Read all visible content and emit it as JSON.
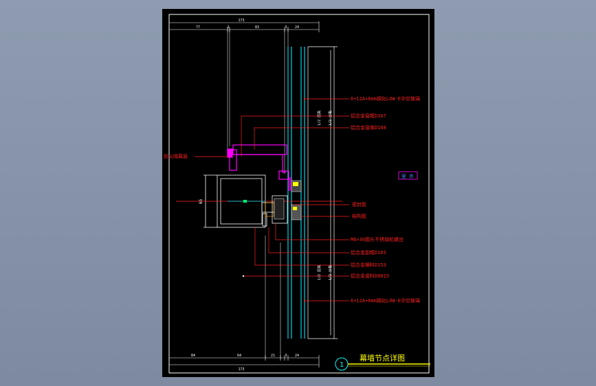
{
  "dimensions": {
    "top_total": "173",
    "top_segments": [
      "77",
      "2",
      "83",
      "3",
      "24"
    ],
    "bottom_total": "173",
    "bottom_segments": [
      "84",
      "64",
      "21",
      "3",
      "24"
    ],
    "side_upper_a": "1/2 层高",
    "side_upper_b": "1/2 分格",
    "side_lower_a": "1/2 层高",
    "side_lower_b": "1/2 分格",
    "height_mark": "65"
  },
  "callouts": {
    "glass_top": "6+12A+6mm钢化LOW-E中空玻璃",
    "profile_167": "铝合金窗框D167",
    "profile_168": "铝合金窗扇D168",
    "fire_seal": "防火隔离层",
    "outside_label": "室 外",
    "weather_seal": "密封胶",
    "structural_seal": "结构胶",
    "screw": "M6×30圆头不锈钢机螺丝",
    "profile_165": "铝合金副框D165",
    "profile_153": "铝合金横料D153",
    "profile_c015": "铝合金竖料D0015",
    "glass_bottom": "6+12A+6mm钢化LOW-E中空玻璃"
  },
  "title_block": {
    "number": "1",
    "title": "幕墙节点详图"
  },
  "colors": {
    "background": "#000000",
    "outer": "#8e9bb0",
    "dimension": "#ffffff",
    "leader_red": "#ff2020",
    "glass_cyan": "#00e5ff",
    "frame_magenta": "#ff00ff",
    "title_yellow": "#ffff00",
    "title_cyan": "#00ffff"
  }
}
